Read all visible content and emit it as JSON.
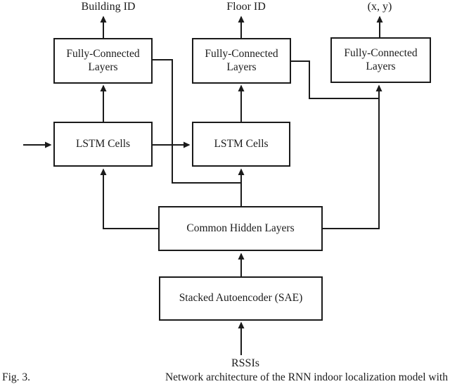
{
  "colors": {
    "line": "#1b1b1b",
    "background": "#ffffff"
  },
  "diagram": {
    "output_labels": [
      "Building ID",
      "Floor ID",
      "(x, y)"
    ],
    "input_label": "RSSIs",
    "boxes": [
      {
        "id": "fc-building",
        "label": "Fully-Connected Layers"
      },
      {
        "id": "fc-floor",
        "label": "Fully-Connected Layers"
      },
      {
        "id": "fc-position",
        "label": "Fully-Connected Layers"
      },
      {
        "id": "lstm-1",
        "label": "LSTM Cells"
      },
      {
        "id": "lstm-2",
        "label": "LSTM Cells"
      },
      {
        "id": "common-hidden",
        "label": "Common Hidden Layers"
      },
      {
        "id": "sae",
        "label": "Stacked Autoencoder (SAE)"
      }
    ]
  },
  "caption": {
    "prefix": "Fig. 3.",
    "text": "Network architecture of the RNN indoor localization model with"
  }
}
